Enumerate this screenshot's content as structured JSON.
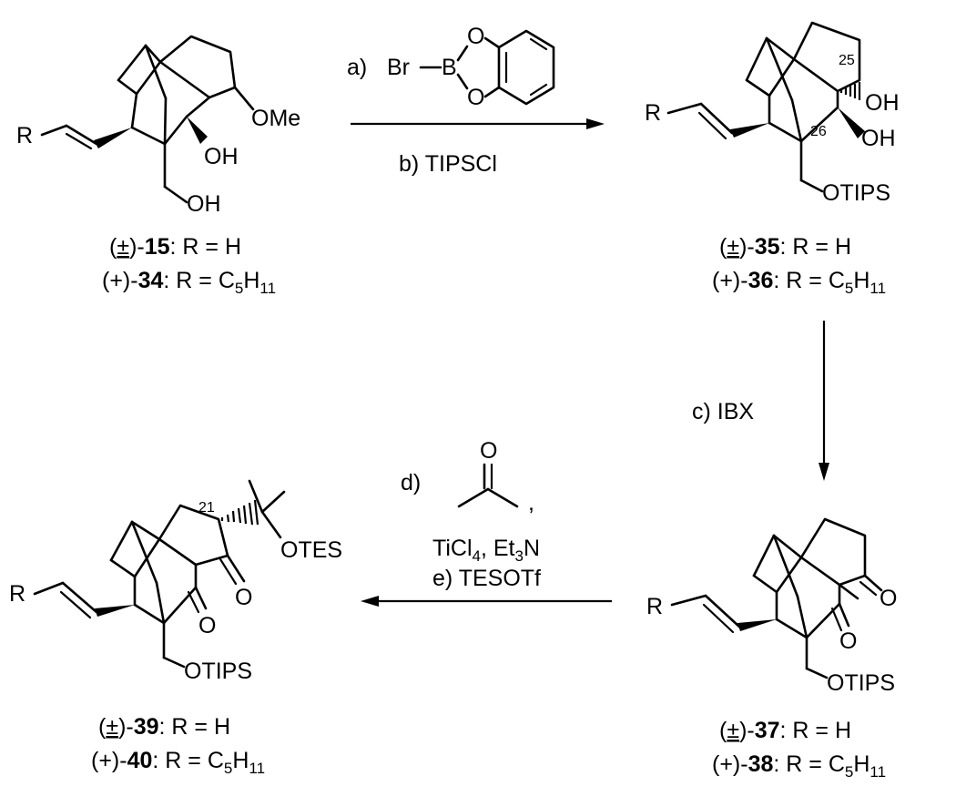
{
  "compounds": [
    {
      "id": "c15-34",
      "labels": {
        "r": "R",
        "ome": "OMe",
        "oh": "OH",
        "ch2oh": "OH"
      },
      "captions": [
        {
          "prefix": "(",
          "pm": "±",
          "suffix": ")-",
          "num": "15",
          "rest": ": R = H"
        },
        {
          "prefix": "(+)-",
          "num": "34",
          "rest": ": R = C",
          "sub": "5",
          "rest2": "H",
          "sub2": "11"
        }
      ]
    },
    {
      "id": "c35-36",
      "labels": {
        "r": "R",
        "oh1": "OH",
        "oh2": "OH",
        "n25": "25",
        "n26": "26",
        "otips": "OTIPS"
      },
      "captions": [
        {
          "prefix": "(",
          "pm": "±",
          "suffix": ")-",
          "num": "35",
          "rest": ": R = H"
        },
        {
          "prefix": "(+)-",
          "num": "36",
          "rest": ": R = C",
          "sub": "5",
          "rest2": "H",
          "sub2": "11"
        }
      ]
    },
    {
      "id": "c37-38",
      "labels": {
        "r": "R",
        "o1": "O",
        "o2": "O",
        "otips": "OTIPS"
      },
      "captions": [
        {
          "prefix": "(",
          "pm": "±",
          "suffix": ")-",
          "num": "37",
          "rest": ": R = H"
        },
        {
          "prefix": "(+)-",
          "num": "38",
          "rest": ": R = C",
          "sub": "5",
          "rest2": "H",
          "sub2": "11"
        }
      ]
    },
    {
      "id": "c39-40",
      "labels": {
        "r": "R",
        "o1": "O",
        "o2": "O",
        "otips": "OTIPS",
        "otes": "OTES",
        "n21": "21"
      },
      "captions": [
        {
          "prefix": "(",
          "pm": "±",
          "suffix": ")-",
          "num": "39",
          "rest": ": R = H"
        },
        {
          "prefix": "(+)-",
          "num": "40",
          "rest": ": R = C",
          "sub": "5",
          "rest2": "H",
          "sub2": "11"
        }
      ]
    }
  ],
  "steps": {
    "a": {
      "label": "a)",
      "br": "Br",
      "b": "B",
      "o1": "O",
      "o2": "O"
    },
    "b": {
      "label": "b) TIPSCl"
    },
    "c": {
      "label": "c)  IBX"
    },
    "d": {
      "label": "d)",
      "o": "O",
      "comma": ","
    },
    "d2": {
      "ti": "TiCl",
      "ti_sub": "4",
      "sep": ", Et",
      "et_sub": "3",
      "n": "N"
    },
    "e": {
      "label": "e) TESOTf"
    }
  }
}
